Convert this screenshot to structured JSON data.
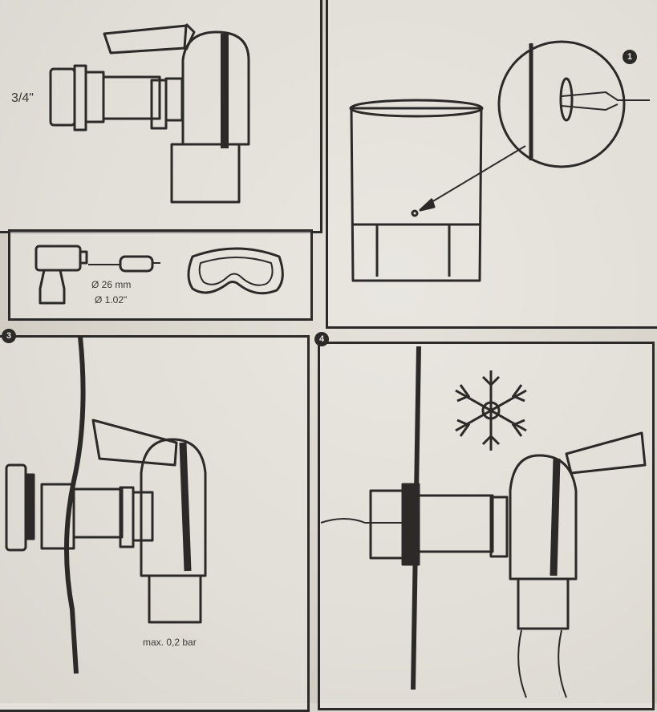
{
  "panel1": {
    "thread_size": "3/4\""
  },
  "tools": {
    "bit_mm": "Ø 26 mm",
    "bit_in": "Ø 1.02\""
  },
  "panel2": {
    "step": "1"
  },
  "panel3": {
    "step": "3",
    "pressure": "max. 0,2 bar"
  },
  "panel4": {
    "step": "4"
  },
  "colors": {
    "ink": "#2b2a28",
    "paper": "#e8e6e1"
  }
}
